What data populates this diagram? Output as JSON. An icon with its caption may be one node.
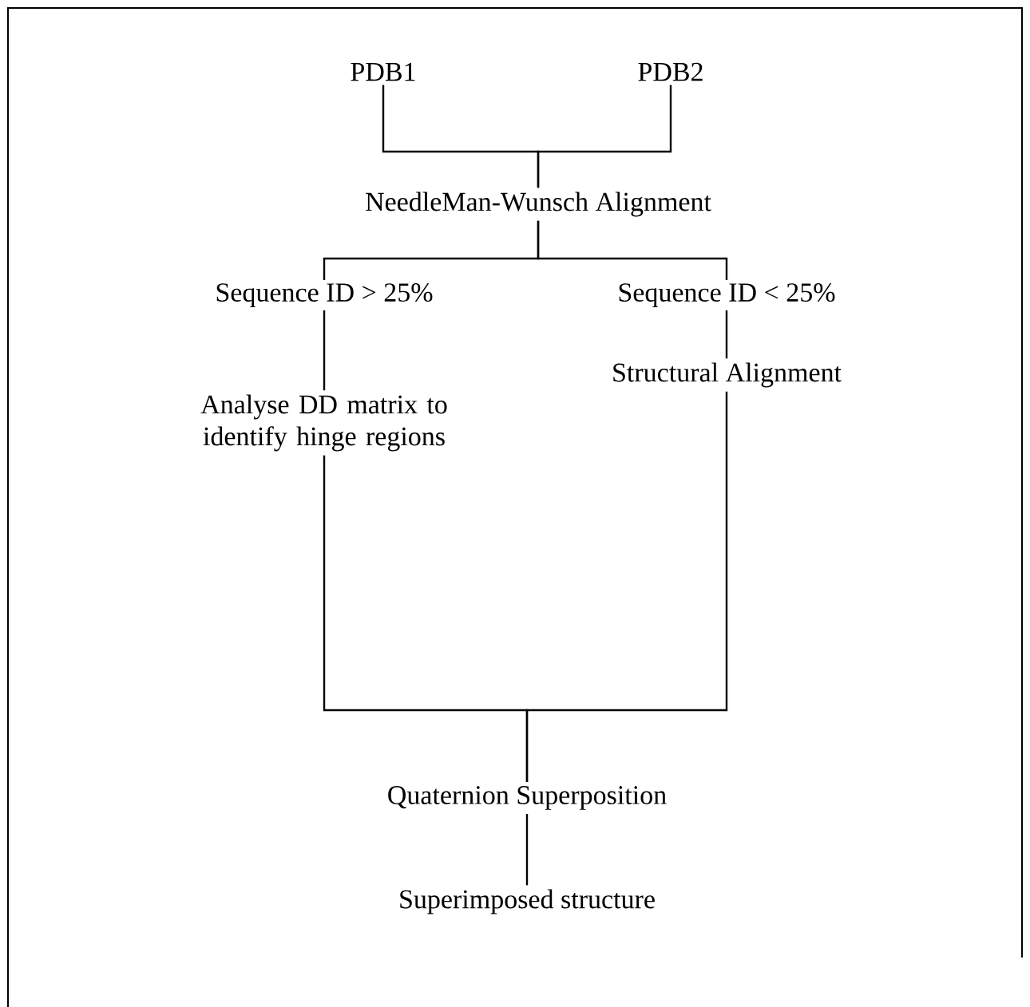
{
  "diagram": {
    "nodes": [
      {
        "text": [
          "PDB1"
        ]
      },
      {
        "text": [
          "PDB2"
        ]
      },
      {
        "text": [
          "NeedleMan-Wunsch Alignment"
        ]
      },
      {
        "text": [
          "Analyse DD matrix to identify hinge regions"
        ]
      },
      {
        "text": [
          "Structural Alignment"
        ]
      },
      {
        "text": [
          "Quaternion Superposition"
        ]
      },
      {
        "text": [
          "Superimposed structure"
        ]
      }
    ],
    "edges": [
      {
        "from": 0,
        "to": 2,
        "arrow": "none"
      },
      {
        "from": 1,
        "to": 2,
        "arrow": "none"
      },
      {
        "from": 2,
        "to": 3,
        "arrow": "none",
        "label": "Sequence ID > 25%"
      },
      {
        "from": 2,
        "to": 4,
        "arrow": "none",
        "label": "Sequence ID < 25%"
      },
      {
        "from": 3,
        "to": 5,
        "arrow": "none"
      },
      {
        "from": 4,
        "to": 5,
        "arrow": "none"
      },
      {
        "from": 5,
        "to": 6,
        "arrow": "none"
      }
    ]
  }
}
